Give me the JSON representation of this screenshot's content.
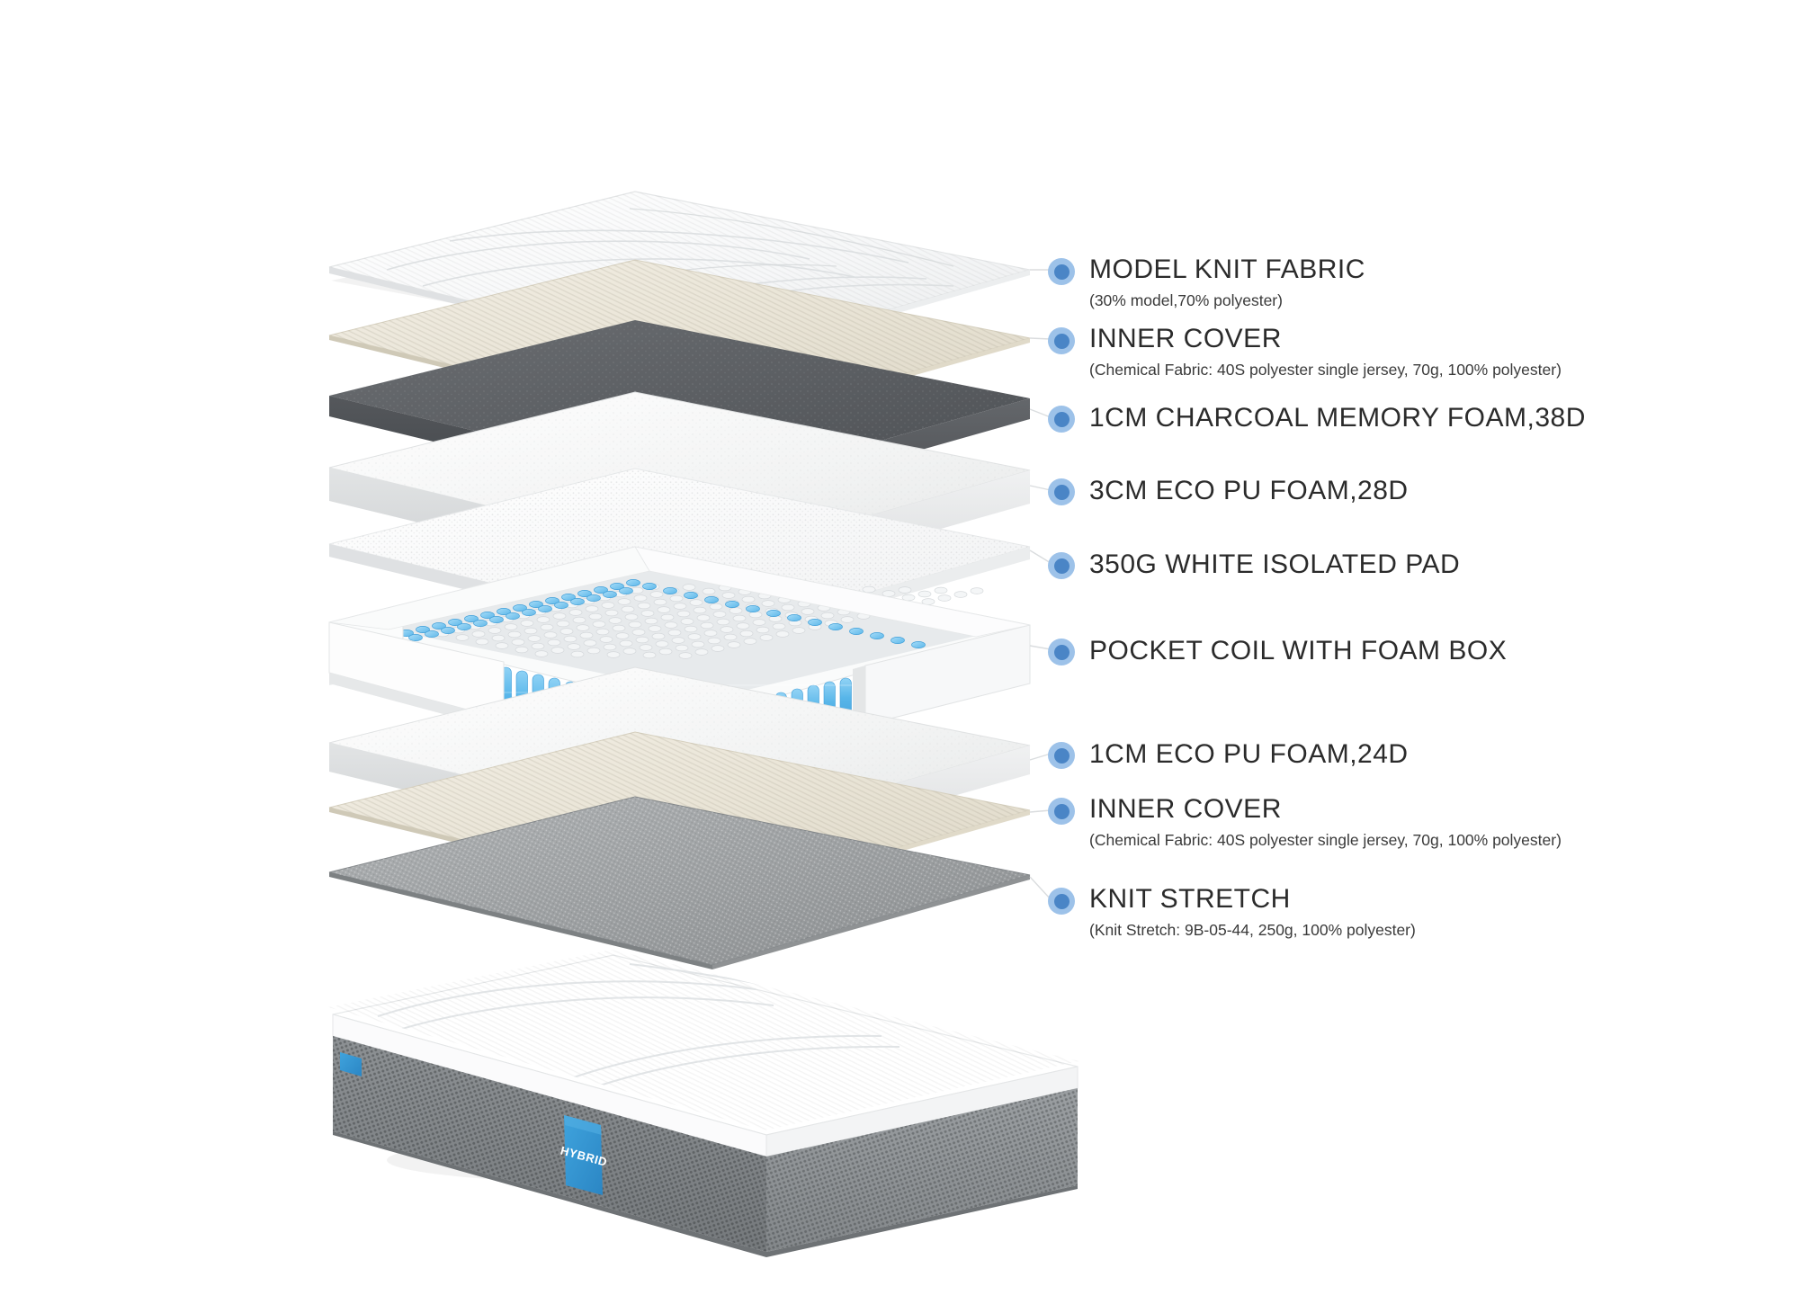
{
  "diagram": {
    "kind": "exploded-mattress-layer-diagram",
    "product_tag": "HYBRID",
    "bullet_color": "#4a85c6",
    "bullet_ring_color": "#9dc2e9",
    "background": "#ffffff"
  },
  "layers": [
    {
      "id": "model-knit-fabric",
      "title": "MODEL KNIT FABRIC",
      "sub": "(30% model,70% polyester)",
      "color": "#f4f5f6",
      "swatch_name": "white-quilted-knit"
    },
    {
      "id": "inner-cover-top",
      "title": "INNER COVER",
      "sub": "(Chemical Fabric: 40S polyester single jersey, 70g, 100% polyester)",
      "color": "#e8e3d7",
      "swatch_name": "cream-jersey"
    },
    {
      "id": "charcoal-memory-foam",
      "title": "1CM CHARCOAL MEMORY FOAM,38D",
      "sub": "",
      "color": "#5c5f63",
      "swatch_name": "charcoal-foam"
    },
    {
      "id": "eco-pu-foam-3cm",
      "title": "3CM ECO PU FOAM,28D",
      "sub": "",
      "color": "#f1f2f2",
      "swatch_name": "white-pu-foam"
    },
    {
      "id": "white-isolated-pad",
      "title": "350G WHITE ISOLATED PAD",
      "sub": "",
      "color": "#fbfbfb",
      "swatch_name": "white-fiber-pad"
    },
    {
      "id": "pocket-coil-foam-box",
      "title": "POCKET COIL WITH FOAM BOX",
      "sub": "",
      "color": "#5cb3e8",
      "swatch_name": "blue-pocket-coil"
    },
    {
      "id": "eco-pu-foam-1cm",
      "title": "1CM ECO PU FOAM,24D",
      "sub": "",
      "color": "#f1f2f2",
      "swatch_name": "white-pu-foam"
    },
    {
      "id": "inner-cover-bottom",
      "title": "INNER COVER",
      "sub": "(Chemical Fabric: 40S polyester single jersey, 70g, 100% polyester)",
      "color": "#e8e3d7",
      "swatch_name": "cream-jersey"
    },
    {
      "id": "knit-stretch",
      "title": "KNIT STRETCH",
      "sub": "(Knit Stretch: 9B-05-44, 250g, 100% polyester)",
      "color": "#9a9c9e",
      "swatch_name": "gray-knit-stretch"
    }
  ],
  "mattress": {
    "label": "HYBRID",
    "top_color": "#ffffff",
    "side_color": "#808488"
  }
}
